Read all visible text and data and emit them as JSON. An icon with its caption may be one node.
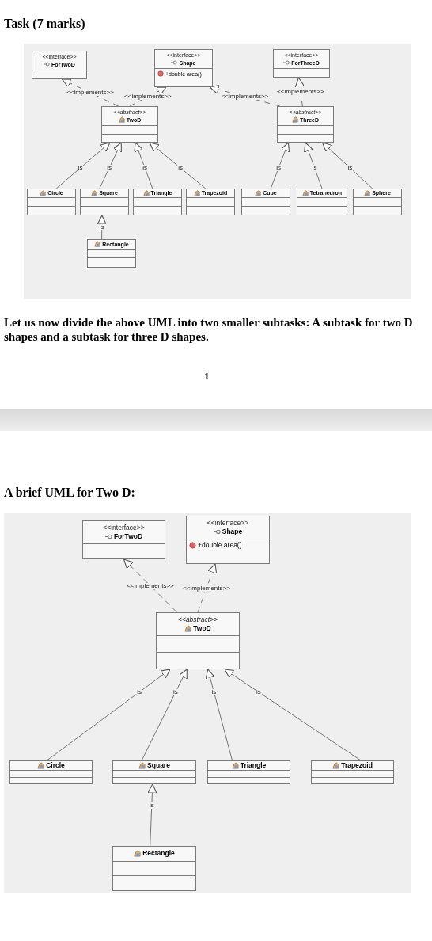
{
  "diagram": {
    "nodes": [
      {
        "text": [
          "<<interface>>",
          "ForTwoD"
        ]
      },
      {
        "text": [
          "<<interface>>",
          "Shape",
          "+double area()"
        ]
      },
      {
        "text": [
          "<<interface>>",
          "ForThreeD"
        ]
      },
      {
        "text": [
          "<<abstract>>",
          "TwoD"
        ]
      },
      {
        "text": [
          "<<abstract>>",
          "ThreeD"
        ]
      },
      {
        "text": [
          "Circle"
        ]
      },
      {
        "text": [
          "Square"
        ]
      },
      {
        "text": [
          "Triangle"
        ]
      },
      {
        "text": [
          "Trapezoid"
        ]
      },
      {
        "text": [
          "Cube"
        ]
      },
      {
        "text": [
          "Tetrahedron"
        ]
      },
      {
        "text": [
          "Sphere"
        ]
      },
      {
        "text": [
          "Rectangle"
        ]
      },
      {
        "text": [
          "<<interface>>",
          "ForTwoD"
        ]
      },
      {
        "text": [
          "<<interface>>",
          "Shape",
          "+double area()"
        ]
      },
      {
        "text": [
          "<<abstract>>",
          "TwoD"
        ]
      },
      {
        "text": [
          "Circle"
        ]
      },
      {
        "text": [
          "Square"
        ]
      },
      {
        "text": [
          "Triangle"
        ]
      },
      {
        "text": [
          "Trapezoid"
        ]
      },
      {
        "text": [
          "Rectangle"
        ]
      }
    ],
    "edges": [
      {
        "from": 3,
        "to": 0,
        "arrow": "to",
        "style": "dashed",
        "label": "<<implements>>"
      },
      {
        "from": 3,
        "to": 1,
        "arrow": "to",
        "style": "dashed",
        "label": "<<implements>>"
      },
      {
        "from": 4,
        "to": 1,
        "arrow": "to",
        "style": "dashed",
        "label": "<<implements>>"
      },
      {
        "from": 4,
        "to": 2,
        "arrow": "to",
        "style": "dashed",
        "label": "<<implements>>"
      },
      {
        "from": 5,
        "to": 3,
        "arrow": "to",
        "label": "is"
      },
      {
        "from": 6,
        "to": 3,
        "arrow": "to",
        "label": "is"
      },
      {
        "from": 7,
        "to": 3,
        "arrow": "to",
        "label": "is"
      },
      {
        "from": 8,
        "to": 3,
        "arrow": "to",
        "label": "is"
      },
      {
        "from": 9,
        "to": 4,
        "arrow": "to",
        "label": "is"
      },
      {
        "from": 10,
        "to": 4,
        "arrow": "to",
        "label": "is"
      },
      {
        "from": 11,
        "to": 4,
        "arrow": "to",
        "label": "is"
      },
      {
        "from": 12,
        "to": 6,
        "arrow": "to",
        "label": "is"
      },
      {
        "from": 15,
        "to": 13,
        "arrow": "to",
        "style": "dashed",
        "label": "<<implements>>"
      },
      {
        "from": 15,
        "to": 14,
        "arrow": "to",
        "style": "dashed",
        "label": "<<implements>>"
      },
      {
        "from": 16,
        "to": 15,
        "arrow": "to",
        "label": "is"
      },
      {
        "from": 17,
        "to": 15,
        "arrow": "to",
        "label": "is"
      },
      {
        "from": 18,
        "to": 15,
        "arrow": "to",
        "label": "is"
      },
      {
        "from": 19,
        "to": 15,
        "arrow": "to",
        "label": "is"
      },
      {
        "from": 20,
        "to": 17,
        "arrow": "to",
        "label": "is"
      }
    ],
    "labels": [
      "Task (7 marks)",
      "Let us now divide the above UML into two smaller subtasks: A subtask for two D shapes and a subtask for three D shapes.",
      "1",
      "A brief UML for Two D:"
    ]
  }
}
